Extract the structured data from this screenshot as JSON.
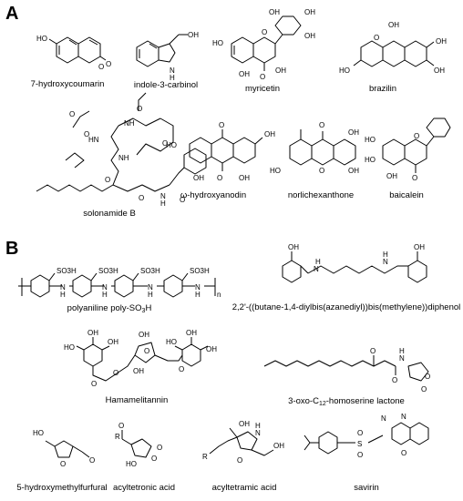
{
  "panels": {
    "a": {
      "label": "A"
    },
    "b": {
      "label": "B"
    }
  },
  "compounds_a": [
    {
      "name": "7-hydroxycoumarin"
    },
    {
      "name": "indole-3-carbinol"
    },
    {
      "name": "myricetin"
    },
    {
      "name": "brazilin"
    },
    {
      "name": "solonamide B"
    },
    {
      "name": "ω-hydroxyanodin"
    },
    {
      "name": "norlichexanthone"
    },
    {
      "name": "baicalein"
    }
  ],
  "compounds_b": [
    {
      "name_pre": "polyaniline poly-SO",
      "name_sub": "3",
      "name_post": "H"
    },
    {
      "name": "2,2'-((butane-1,4-diylbis(azanediyl))bis(methylene))diphenol"
    },
    {
      "name": "Hamamelitannin"
    },
    {
      "name_pre": "3-oxo-C",
      "name_sub": "12",
      "name_post": "-homoserine lactone"
    },
    {
      "name": "5-hydroxymethylfurfural"
    },
    {
      "name": "acyltetronic acid"
    },
    {
      "name": "acyltetramic acid"
    },
    {
      "name": "savirin"
    }
  ],
  "atom_labels": {
    "oh": "OH",
    "ho": "HO",
    "o": "O",
    "nh": "NH",
    "hn": "HN",
    "n": "N",
    "h": "H",
    "r": "R",
    "s": "S",
    "so3h": "SO3H",
    "n_sub": "n"
  }
}
